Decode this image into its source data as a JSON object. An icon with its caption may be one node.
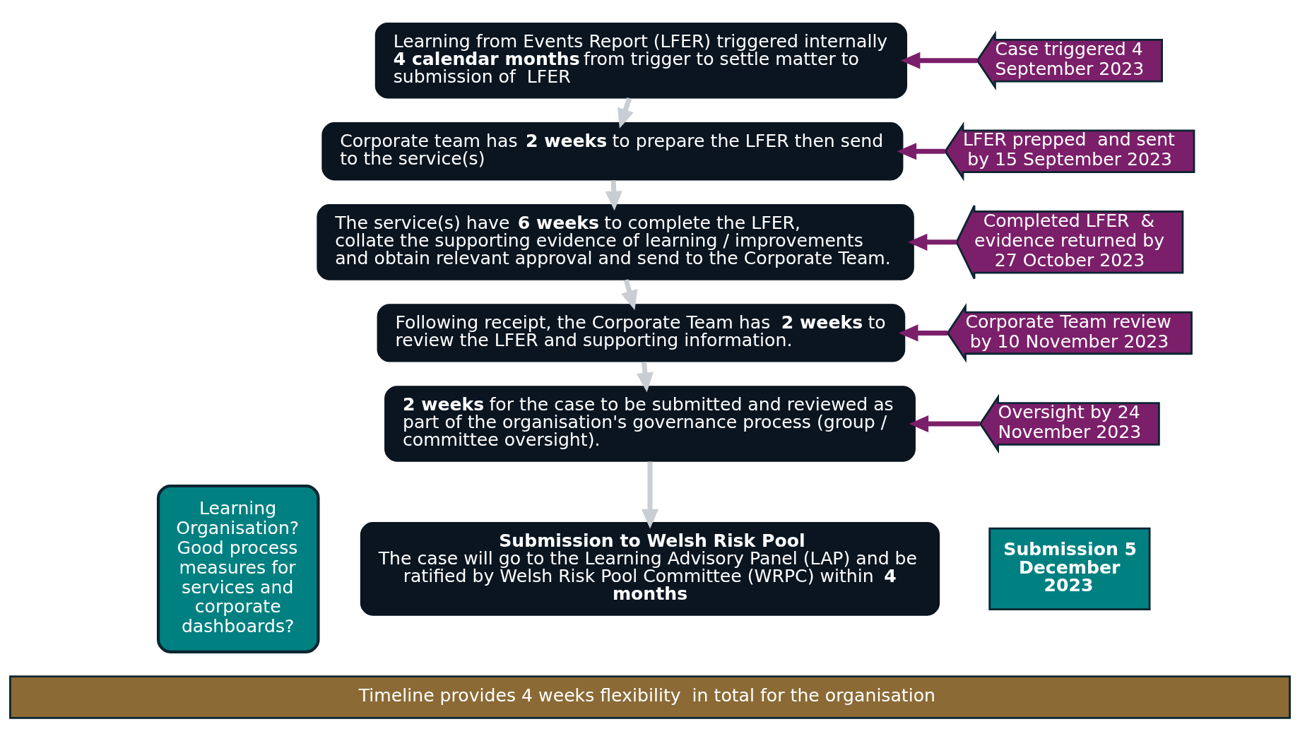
{
  "diagram": {
    "nodes": [
      {
        "text": [
          "Learning from Events Report (LFER) triggered internally",
          "**4 calendar months** from trigger to settle matter to submission of  LFER"
        ]
      },
      {
        "text": [
          "Corporate team has **2 weeks** to prepare the LFER then send to the service(s)"
        ]
      },
      {
        "text": [
          "The service(s) have **6 weeks** to complete the LFER, collate the supporting evidence of learning / improvements and obtain relevant approval and send to the Corporate Team."
        ]
      },
      {
        "text": [
          "Following receipt, the Corporate Team has **2 weeks** to review the LFER and supporting information."
        ]
      },
      {
        "text": [
          "**2 weeks** for the case to be submitted and reviewed as part of the organisation's governance process (group / committee oversight)."
        ]
      },
      {
        "text": [
          "Submission to Welsh Risk Pool",
          "The case will go to the Learning Advisory Panel (LAP) and be ratified by Welsh Risk Pool Committee (WRPC) within **4 months**"
        ]
      },
      {
        "text": [
          "Case triggered 4 September 2023"
        ]
      },
      {
        "text": [
          "LFER prepped  and sent by 15 September 2023"
        ]
      },
      {
        "text": [
          "Completed LFER  & evidence returned by 27 October 2023"
        ]
      },
      {
        "text": [
          "Corporate Team review by 10 November 2023"
        ]
      },
      {
        "text": [
          "Oversight by 24 November 2023"
        ]
      },
      {
        "text": [
          "Submission 5 December 2023"
        ]
      },
      {
        "text": [
          "Learning Organisation? Good process measures for services and corporate dashboards?"
        ]
      },
      {
        "text": [
          "Timeline provides 4 weeks flexibility  in total for the organisation"
        ]
      }
    ],
    "edges": [
      {
        "from": 0,
        "to": 1,
        "arrow": "to",
        "color": "#c8ced3"
      },
      {
        "from": 1,
        "to": 2,
        "arrow": "to",
        "color": "#c8ced3"
      },
      {
        "from": 2,
        "to": 3,
        "arrow": "to",
        "color": "#c8ced3"
      },
      {
        "from": 3,
        "to": 4,
        "arrow": "to",
        "color": "#c8ced3"
      },
      {
        "from": 4,
        "to": 5,
        "arrow": "to",
        "color": "#c8ced3"
      },
      {
        "from": 6,
        "to": 0,
        "arrow": "to",
        "color": "#7b1f6a"
      },
      {
        "from": 7,
        "to": 1,
        "arrow": "to",
        "color": "#7b1f6a"
      },
      {
        "from": 8,
        "to": 2,
        "arrow": "to",
        "color": "#7b1f6a"
      },
      {
        "from": 9,
        "to": 3,
        "arrow": "to",
        "color": "#7b1f6a"
      },
      {
        "from": 10,
        "to": 4,
        "arrow": "to",
        "color": "#7b1f6a"
      }
    ]
  }
}
